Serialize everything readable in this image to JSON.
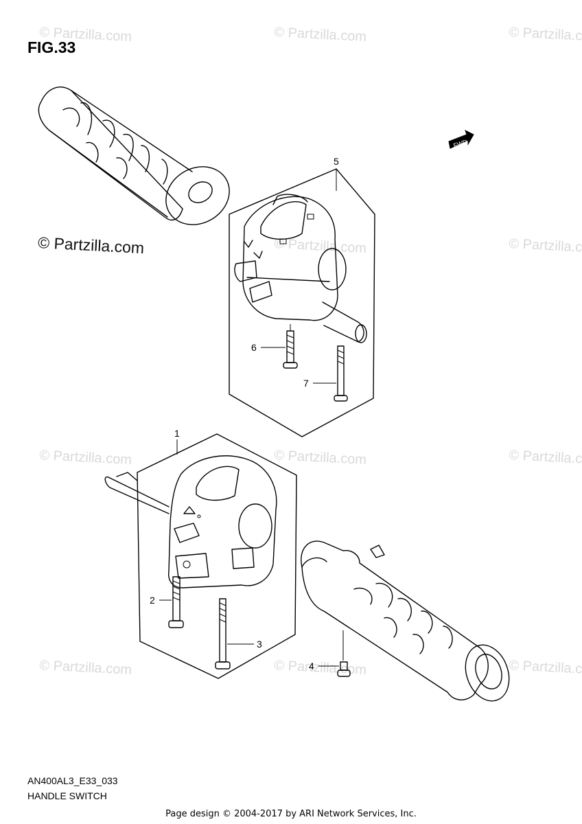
{
  "figure": {
    "title": "FIG.33",
    "code": "AN400AL3_E33_033",
    "name": "HANDLE SWITCH"
  },
  "watermark": {
    "main": "© Partzilla.com",
    "tiles": [
      "© Partzilla.com",
      "© Partzilla.com",
      "© Partzilla.com",
      "© Partzilla.com",
      "© Partzilla.com",
      "© Partzilla.com",
      "© Partzilla.com",
      "© Partzilla.com",
      "© Partzilla.com",
      "© Partzilla.com",
      "© Partzilla.com",
      "© Partzilla.com"
    ]
  },
  "fwd_label": "FWD",
  "callouts": [
    {
      "n": "5"
    },
    {
      "n": "6"
    },
    {
      "n": "7"
    },
    {
      "n": "1"
    },
    {
      "n": "2"
    },
    {
      "n": "3"
    },
    {
      "n": "4"
    }
  ],
  "footer": "Page design © 2004-2017 by ARI Network Services, Inc."
}
